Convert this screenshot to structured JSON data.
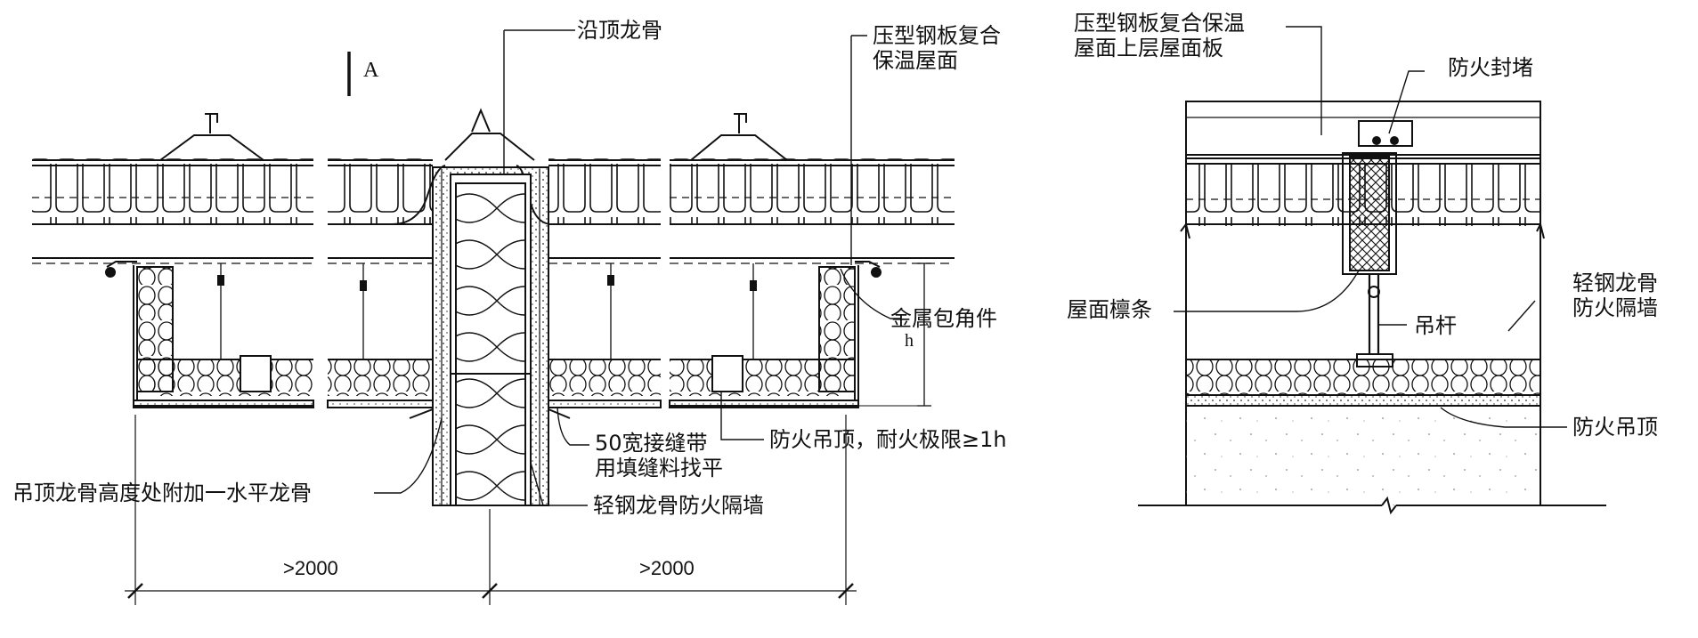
{
  "section_mark": "A",
  "height_mark": "h",
  "left_labels": {
    "top_runner": "沿顶龙骨",
    "roof_panel": [
      "压型钢板复合",
      "保温屋面"
    ],
    "metal_corner": "金属包角件",
    "tape": [
      "50宽接缝带",
      "用填缝料找平"
    ],
    "fire_ceiling": "防火吊顶，耐火极限≥1h",
    "extra_runner": "吊顶龙骨高度处附加一水平龙骨",
    "partition": "轻钢龙骨防火隔墙"
  },
  "dimensions": [
    ">2000",
    ">2000"
  ],
  "right_labels": {
    "upper_panel": [
      "压型钢板复合保温",
      "屋面上层屋面板"
    ],
    "fire_seal": "防火封堵",
    "purlin": "屋面檩条",
    "hanger": "吊杆",
    "partition": [
      "轻钢龙骨",
      "防火隔墙"
    ],
    "fire_ceiling": "防火吊顶"
  }
}
